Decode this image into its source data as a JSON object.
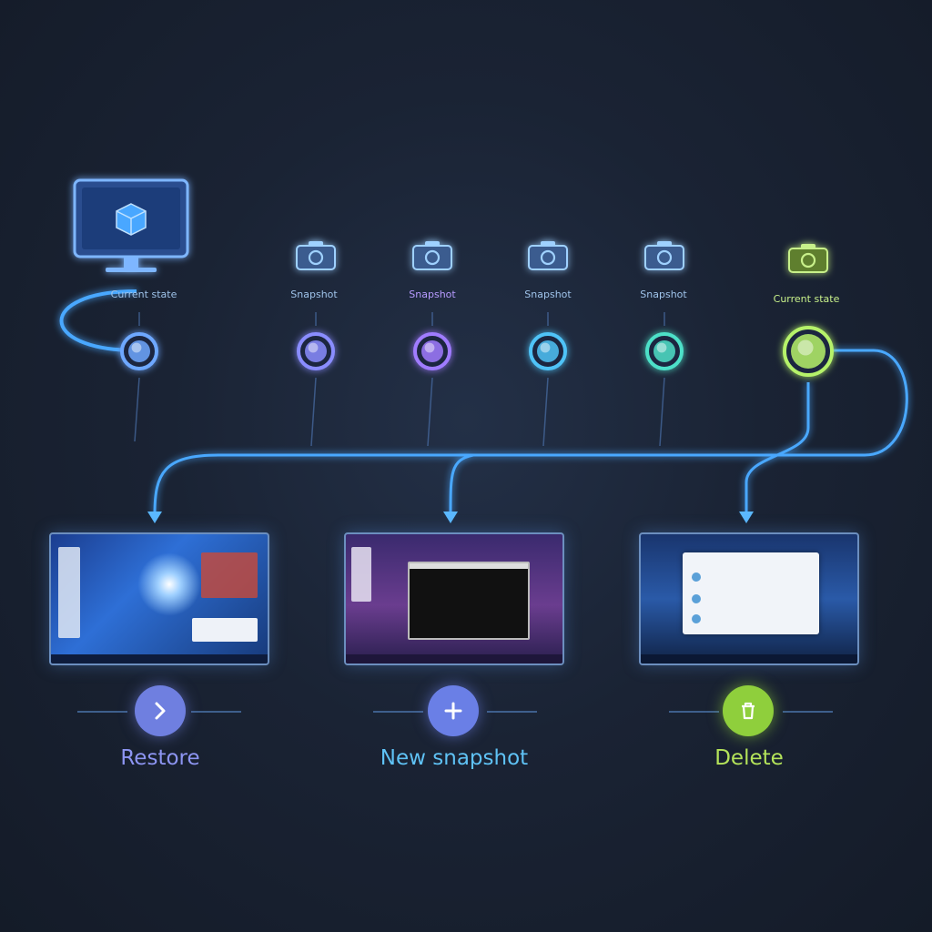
{
  "timeline": {
    "nodes": [
      {
        "label": "Current state",
        "color": "#6ea8ff"
      },
      {
        "label": "Snapshot",
        "color": "#8a8dff"
      },
      {
        "label": "Snapshot",
        "color": "#a07bff"
      },
      {
        "label": "Snapshot",
        "color": "#4fc3f7"
      },
      {
        "label": "Snapshot",
        "color": "#4ee0c8"
      },
      {
        "label": "Current state",
        "color": "#b6f26a"
      }
    ]
  },
  "actions": [
    {
      "label": "Restore",
      "icon": "chevron-right-icon",
      "color": "#8d95f2"
    },
    {
      "label": "New snapshot",
      "icon": "plus-icon",
      "color": "#5fc2f5"
    },
    {
      "label": "Delete",
      "icon": "trash-icon",
      "color": "#b4e35a"
    }
  ],
  "colors": {
    "background": "#1a2334",
    "line_blue": "#4aa8ff",
    "line_green": "#7fe36a"
  }
}
